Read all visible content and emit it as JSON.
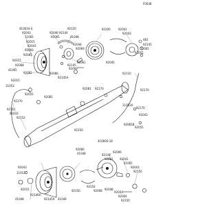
{
  "diagram": {
    "corner_label": "F0038",
    "labels": [
      {
        "key": "l0",
        "text": "410634-S"
      },
      {
        "key": "l1",
        "text": "92043"
      },
      {
        "key": "l2",
        "text": "11065"
      },
      {
        "key": "l3",
        "text": "92015"
      },
      {
        "key": "l4",
        "text": "92043"
      },
      {
        "key": "l5",
        "text": "92093"
      },
      {
        "key": "l6",
        "text": "92081"
      },
      {
        "key": "l7",
        "text": "92015"
      },
      {
        "key": "l8",
        "text": "92068"
      },
      {
        "key": "l9",
        "text": "41065"
      },
      {
        "key": "l10",
        "text": "92081"
      },
      {
        "key": "l11",
        "text": "92046"
      },
      {
        "key": "l12",
        "text": "92150"
      },
      {
        "key": "l13",
        "text": "92144"
      },
      {
        "key": "l14",
        "text": "92065"
      },
      {
        "key": "l15",
        "text": "41048"
      },
      {
        "key": "l16",
        "text": "92200"
      },
      {
        "key": "l17",
        "text": "92041"
      },
      {
        "key": "l18",
        "text": "92043"
      },
      {
        "key": "l19",
        "text": "481"
      },
      {
        "key": "l20",
        "text": "92145"
      },
      {
        "key": "l21",
        "text": "11065"
      },
      {
        "key": "l22",
        "text": "92055"
      },
      {
        "key": "l23",
        "text": "92061"
      },
      {
        "key": "l24",
        "text": "92145"
      },
      {
        "key": "l25",
        "text": "92093"
      },
      {
        "key": "l26",
        "text": "92069"
      },
      {
        "key": "l27",
        "text": "92044"
      },
      {
        "key": "l28",
        "text": "92045"
      },
      {
        "key": "l29",
        "text": "92066"
      },
      {
        "key": "l30",
        "text": "92145A"
      },
      {
        "key": "l31",
        "text": "92110"
      },
      {
        "key": "l32",
        "text": "92015"
      },
      {
        "key": "l33",
        "text": "11053"
      },
      {
        "key": "l34",
        "text": "92055"
      },
      {
        "key": "l35",
        "text": "92170"
      },
      {
        "key": "l36",
        "text": "92161"
      },
      {
        "key": "l37",
        "text": "92033"
      },
      {
        "key": "l38",
        "text": "92152"
      },
      {
        "key": "l39",
        "text": "92081"
      },
      {
        "key": "l40",
        "text": "92081"
      },
      {
        "key": "l41",
        "text": "92170"
      },
      {
        "key": "l42",
        "text": "11053A"
      },
      {
        "key": "l43",
        "text": "92170"
      },
      {
        "key": "l44",
        "text": "92043"
      },
      {
        "key": "l45",
        "text": "92065B"
      },
      {
        "key": "l46",
        "text": "92055"
      },
      {
        "key": "l47",
        "text": "92170"
      },
      {
        "key": "l48",
        "text": "92150"
      },
      {
        "key": "l49",
        "text": "92066"
      },
      {
        "key": "l50",
        "text": "41048"
      },
      {
        "key": "l51",
        "text": "92144"
      },
      {
        "key": "l52",
        "text": "92081"
      },
      {
        "key": "l53",
        "text": "92006"
      },
      {
        "key": "l54",
        "text": "92041"
      },
      {
        "key": "l55",
        "text": "41065"
      },
      {
        "key": "l56",
        "text": "92043"
      },
      {
        "key": "l57",
        "text": "92150"
      },
      {
        "key": "l58",
        "text": "92043"
      },
      {
        "key": "l59",
        "text": "11012"
      },
      {
        "key": "l60",
        "text": "92015"
      },
      {
        "key": "l61",
        "text": "41048"
      },
      {
        "key": "l62",
        "text": "92146A"
      },
      {
        "key": "l63",
        "text": "92145A"
      },
      {
        "key": "l64",
        "text": "41049"
      },
      {
        "key": "l65",
        "text": "92150"
      },
      {
        "key": "l66",
        "text": "92154"
      },
      {
        "key": "l67",
        "text": "92008"
      },
      {
        "key": "l68",
        "text": "92048"
      },
      {
        "key": "l69",
        "text": "92004"
      },
      {
        "key": "l70",
        "text": "410600-18"
      },
      {
        "key": "l71",
        "text": "92043"
      },
      {
        "key": "l72",
        "text": "92150"
      }
    ]
  }
}
